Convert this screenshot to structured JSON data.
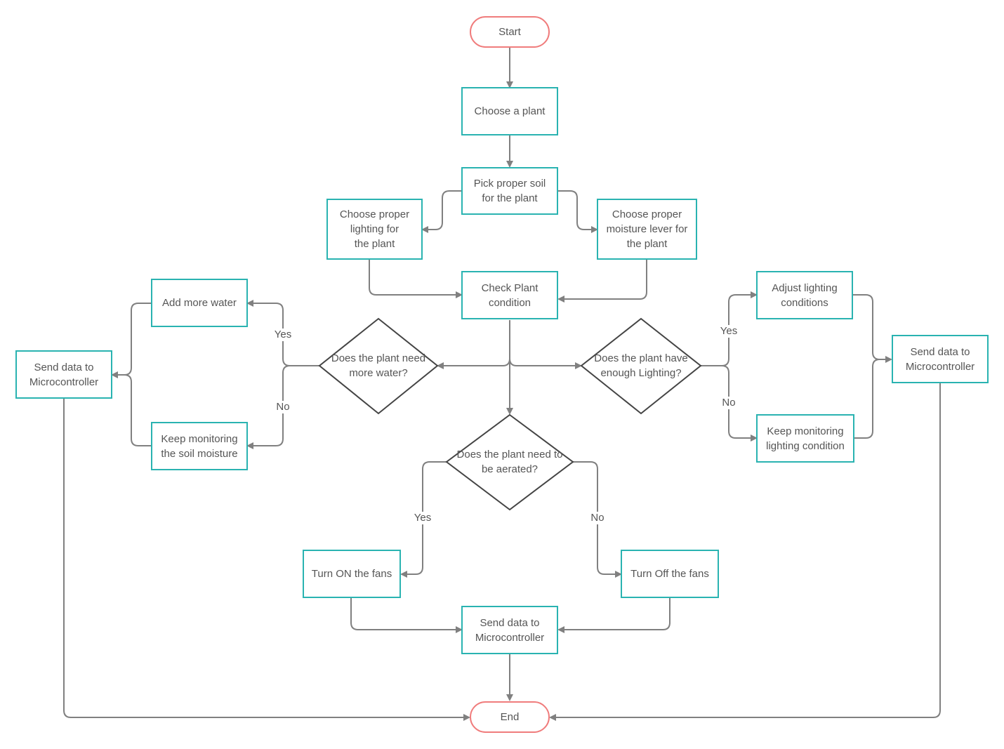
{
  "colors": {
    "process_border": "#2ab3b1",
    "terminal_border": "#f07c7c",
    "decision_border": "#444444",
    "connector": "#808080",
    "text": "#555555"
  },
  "nodes": {
    "start": "Start",
    "choose_plant": "Choose a plant",
    "pick_soil": "Pick proper soil\nfor the plant",
    "choose_lighting": "Choose proper\nlighting for\n the plant",
    "choose_moisture": "Choose proper\nmoisture lever for\n the plant",
    "check_condition": "Check Plant\ncondition",
    "add_water": "Add more water",
    "keep_monitoring_soil": "Keep monitoring\nthe soil moisture",
    "send_data_left": "Send data to\nMicrocontroller",
    "decision_water": "Does the plant need\nmore water?",
    "decision_lighting": "Does the plant have\nenough Lighting?",
    "adjust_lighting": "Adjust lighting\nconditions",
    "keep_monitoring_lighting": "Keep monitoring\nlighting condition",
    "send_data_right": "Send data to\nMicrocontroller",
    "decision_aerate": "Does the plant need to\nbe aerated?",
    "fans_on": "Turn  ON the fans",
    "fans_off": "Turn  Off the fans",
    "send_data_bottom": "Send data to\nMicrocontroller",
    "end": "End"
  },
  "edge_labels": {
    "water_yes": "Yes",
    "water_no": "No",
    "lighting_yes": "Yes",
    "lighting_no": "No",
    "aerate_yes": "Yes",
    "aerate_no": "No"
  }
}
